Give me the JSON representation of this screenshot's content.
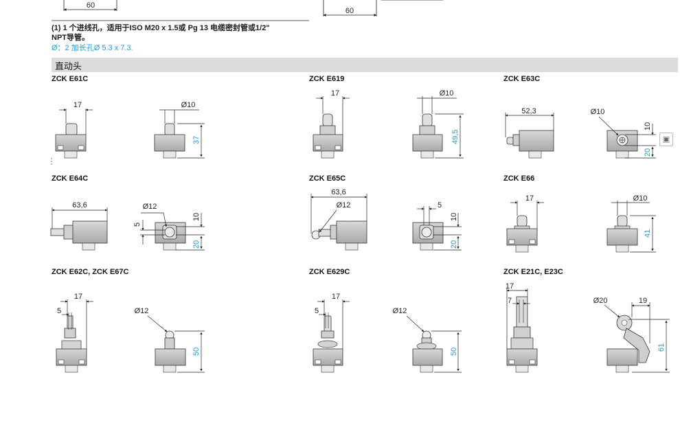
{
  "top_dims": {
    "left": "60",
    "right": "60"
  },
  "footnote": {
    "line1": "(1) 1 个进线孔，适用于ISO M20 x 1.5或 Pg 13 电缆密封管或1/2\"",
    "line2": "NPT导管。",
    "line3": "Ø：2 加长孔Ø 5.3 x 7.3."
  },
  "section_title": "直动头",
  "models": [
    {
      "name": "ZCK E61C",
      "dims": [
        "17",
        "Ø10",
        "37"
      ]
    },
    {
      "name": "ZCK E619",
      "dims": [
        "17",
        "Ø10",
        "49,5"
      ]
    },
    {
      "name": "ZCK E63C",
      "dims": [
        "52,3",
        "Ø10",
        "10",
        "20"
      ]
    },
    {
      "name": "ZCK E64C",
      "dims": [
        "63,6",
        "Ø12",
        "5",
        "10",
        "20"
      ]
    },
    {
      "name": "ZCK E65C",
      "dims": [
        "63,6",
        "Ø12",
        "5",
        "10",
        "20"
      ]
    },
    {
      "name": "ZCK E66",
      "dims": [
        "17",
        "Ø10",
        "41"
      ]
    },
    {
      "name": "ZCK E62C, ZCK E67C",
      "dims": [
        "17",
        "5",
        "Ø12",
        "50"
      ]
    },
    {
      "name": "ZCK E629C",
      "dims": [
        "17",
        "5",
        "Ø12",
        "50"
      ]
    },
    {
      "name": "ZCK E21C, E23C",
      "dims": [
        "17",
        "7",
        "Ø20",
        "19",
        "61"
      ]
    }
  ],
  "side_icon": "expand-icon",
  "colors": {
    "blue_dim": "#1e9bd7",
    "body_gray": "#c8c8c8",
    "section_bar": "#dcdcdc"
  }
}
